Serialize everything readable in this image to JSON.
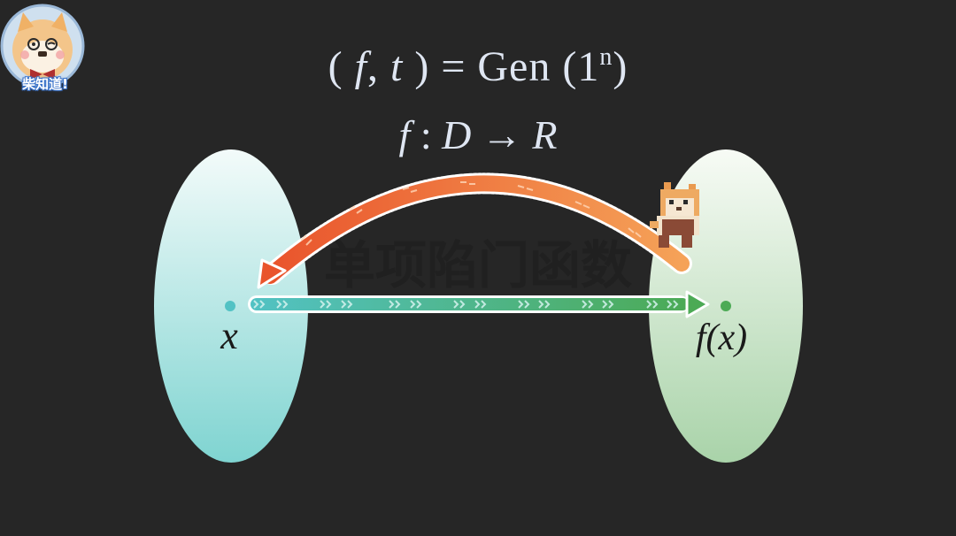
{
  "formula_line1": {
    "open_paren": "(",
    "f": "f",
    "comma": ",",
    "t": "t",
    "close_eq": ") = Gen (1",
    "exp": "n",
    "close": ")"
  },
  "formula_line2": {
    "f": "f",
    "colon": " : ",
    "domain": "D",
    "arrow": " → ",
    "range": "R"
  },
  "labels": {
    "x": "x",
    "fx": "f(x)",
    "watermark": "单项陷门函数"
  },
  "logo": {
    "text": "柴知道!"
  },
  "colors": {
    "background": "#262626",
    "left_ellipse_top": "#f3fbfa",
    "left_ellipse_bottom": "#7fd4d1",
    "right_ellipse_top": "#f7fbf5",
    "right_ellipse_bottom": "#a9d3a9",
    "forward_arrow_start": "#52c2c4",
    "forward_arrow_end": "#4caa55",
    "backward_arrow_start": "#f5a258",
    "backward_arrow_end": "#e9542c"
  }
}
